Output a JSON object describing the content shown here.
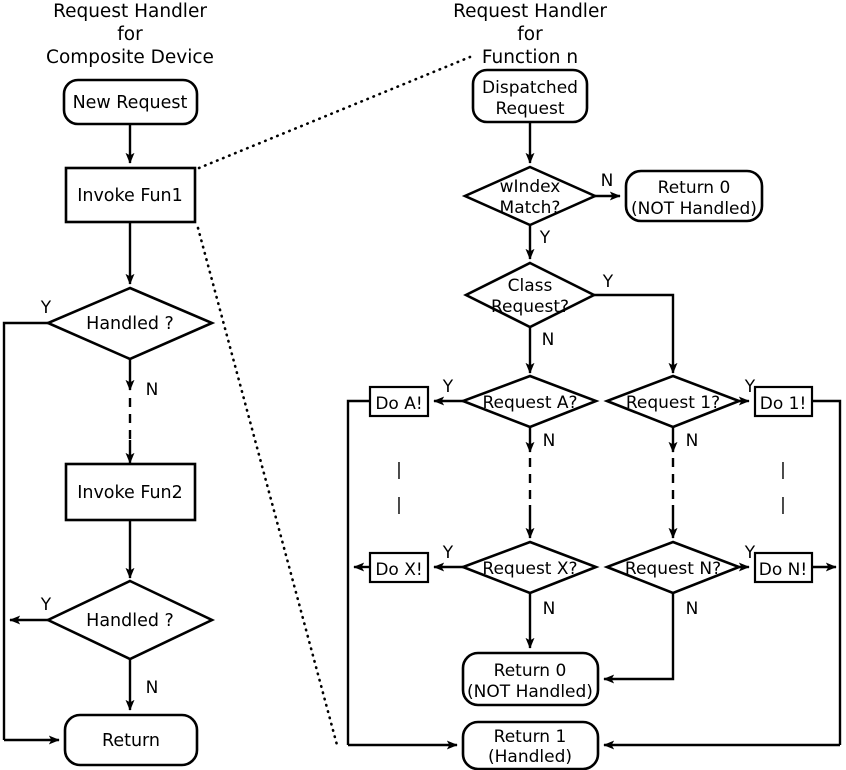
{
  "diagram": {
    "title_left": [
      "Request Handler",
      "for",
      "Composite Device"
    ],
    "title_right": [
      "Request Handler",
      "for",
      "Function n"
    ],
    "left_panel": {
      "nodes": {
        "new_request": "New Request",
        "invoke_fun1": "Invoke Fun1",
        "handled_1": "Handled ?",
        "invoke_fun2": "Invoke Fun2",
        "handled_2": "Handled ?",
        "return": "Return"
      },
      "edge_labels": {
        "handled1_yes": "Y",
        "handled1_no": "N",
        "handled2_yes": "Y",
        "handled2_no": "N"
      }
    },
    "right_panel": {
      "nodes": {
        "dispatched_request": [
          "Dispatched",
          "Request"
        ],
        "windex_match": [
          "wIndex",
          "Match?"
        ],
        "return_0_top": [
          "Return 0",
          "(NOT Handled)"
        ],
        "class_request": [
          "Class",
          "Request?"
        ],
        "request_a": "Request A?",
        "request_1": "Request 1?",
        "request_x": "Request X?",
        "request_n": "Request N?",
        "do_a": "Do A!",
        "do_1": "Do 1!",
        "do_x": "Do X!",
        "do_n": "Do N!",
        "return_0_bottom": [
          "Return 0",
          "(NOT Handled)"
        ],
        "return_1": [
          "Return 1",
          "(Handled)"
        ]
      },
      "edge_labels": {
        "windex_no": "N",
        "windex_yes": "Y",
        "class_yes": "Y",
        "class_no": "N",
        "request_a_yes": "Y",
        "request_a_no": "N",
        "request_1_yes": "Y",
        "request_1_no": "N",
        "request_x_yes": "Y",
        "request_x_no": "N",
        "request_n_yes": "Y",
        "request_n_no": "N"
      },
      "ellipsis_marks": [
        "|",
        "|",
        "|",
        "|"
      ]
    },
    "colors": {
      "stroke": "#000000",
      "fill": "#ffffff",
      "background": "#ffffff"
    }
  }
}
